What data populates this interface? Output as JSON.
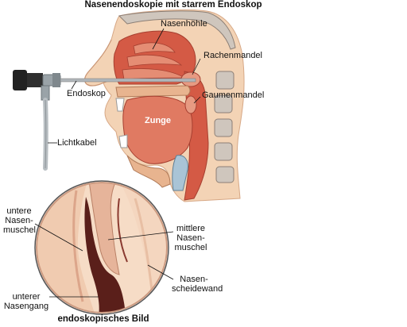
{
  "title": "Nasenendoskopie mit starrem Endoskop",
  "caption": "endoskopisches Bild",
  "labels": {
    "nasenhoehle": "Nasenhöhle",
    "rachenmandel": "Rachenmandel",
    "endoskop": "Endoskop",
    "gaumenmandel": "Gaumenmandel",
    "zunge": "Zunge",
    "lichtkabel": "Lichtkabel",
    "untere_nasenmuschel": [
      "untere",
      "Nasen-",
      "muschel"
    ],
    "mittlere_nasenmuschel": [
      "mittlere",
      "Nasen-",
      "muschel"
    ],
    "nasenscheidewand": [
      "Nasen-",
      "scheidewand"
    ],
    "unterer_nasengang": [
      "unterer",
      "Nasengang"
    ]
  },
  "colors": {
    "skin": "#f3d3b5",
    "skin_dark": "#e8b48f",
    "mucosa": "#e07a62",
    "mucosa_dark": "#b8483a",
    "cavity": "#d45a45",
    "bone": "#cfc6bd",
    "bone_dark": "#8c7f76",
    "endoscope_dark": "#222222",
    "endoscope_metal": "#9aa3a8",
    "cable": "#b9bfc3",
    "lens_bg": "#f6dcc6"
  }
}
